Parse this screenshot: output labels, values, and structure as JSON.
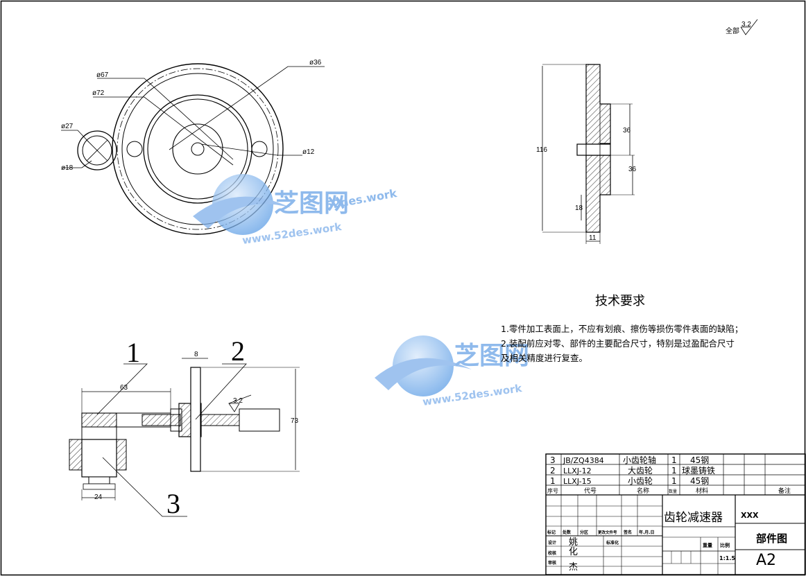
{
  "surface": {
    "label": "全部",
    "value": "3.2"
  },
  "dims_top": {
    "d67": "ø67",
    "d72": "ø72",
    "d36": "ø36",
    "d27": "ø27",
    "d18": "ø18",
    "d12": "ø12"
  },
  "dims_side": {
    "h116": "116",
    "h36a": "36",
    "h36b": "36",
    "h18": "18",
    "w11": "11"
  },
  "dims_asm": {
    "w63": "63",
    "h73": "73",
    "w24": "24",
    "gap": "8",
    "ra": "3.2"
  },
  "balloons": {
    "b1": "1",
    "b2": "2",
    "b3": "3"
  },
  "tech": {
    "title": "技术要求",
    "line1": "1.零件加工表面上，不应有划痕、擦伤等损伤零件表面的缺陷；",
    "line2": "2.装配前应对零、部件的主要配合尺寸，特别是过盈配合尺寸",
    "line3": "及相关精度进行复查。"
  },
  "bom": [
    {
      "no": "3",
      "code": "JB/ZQ4384",
      "name": "小齿轮轴",
      "qty": "1",
      "mat": "45钢"
    },
    {
      "no": "2",
      "code": "LLXJ-12",
      "name": "大齿轮",
      "qty": "1",
      "mat": "球墨铸铁"
    },
    {
      "no": "1",
      "code": "LLXJ-15",
      "name": "小齿轮",
      "qty": "1",
      "mat": "45钢"
    }
  ],
  "bom_head": {
    "no": "序号",
    "code": "代号",
    "name": "名称",
    "qty": "数量",
    "mat": "材料",
    "note": "备注"
  },
  "title_block": {
    "part_name": "齿轮减速器",
    "company": "XXX",
    "drawing_type": "部件图",
    "size": "A2",
    "scale": "1:1.5",
    "weight": "重量",
    "ratio": "比例",
    "std": "标准化",
    "row_hdr": [
      "标记",
      "处数",
      "分区",
      "更改文件号",
      "签名",
      "年.月.日"
    ],
    "roles": [
      "设计",
      "校核",
      "审核"
    ],
    "names": [
      "姚",
      "化",
      "杰"
    ]
  },
  "watermark": {
    "brand": "芝图网",
    "url1": "52des.work",
    "url2": "www.52des.work"
  }
}
